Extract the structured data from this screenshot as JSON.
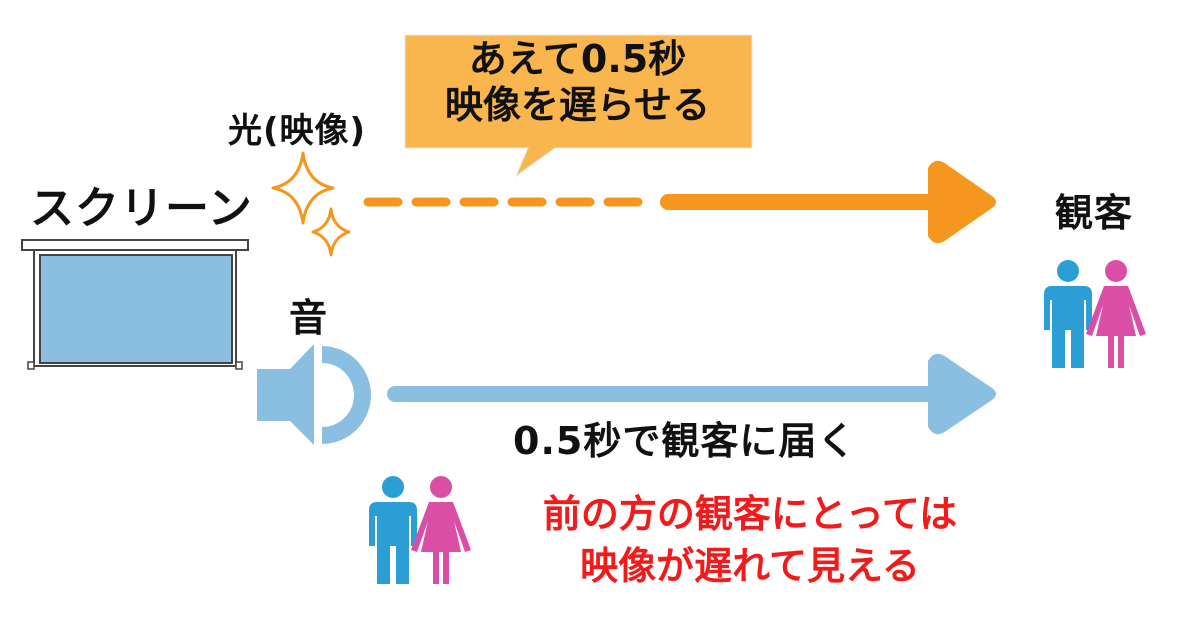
{
  "screen_label": "スクリーン",
  "light_label": "光(映像)",
  "sound_label": "音",
  "audience_label": "観客",
  "callout": {
    "line1": "あえて0.5秒",
    "line2": "映像を遅らせる"
  },
  "sound_caption": "0.5秒で観客に届く",
  "front_note": {
    "line1": "前の方の観客にとっては",
    "line2": "映像が遅れて見える"
  },
  "colors": {
    "light_arrow": "#f5961f",
    "callout_fill": "#f9b64e",
    "sound_arrow": "#8bbfe2",
    "screen_fill": "#8bbfe2",
    "man": "#2b9ed6",
    "woman": "#da4ea6",
    "note_text": "#f21b1b"
  }
}
